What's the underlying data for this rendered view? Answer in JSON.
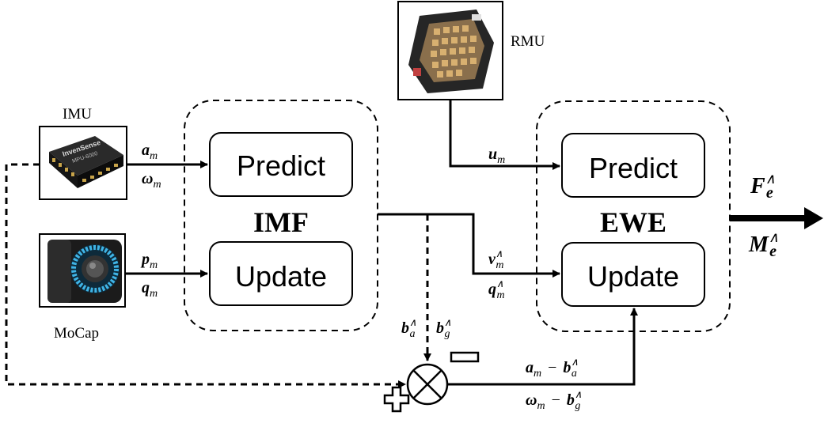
{
  "devices": {
    "imu": {
      "label": "IMU",
      "chip_text_1": "InvenSense",
      "chip_text_2": "MPU-6000"
    },
    "mocap": {
      "label": "MoCap"
    },
    "rmu": {
      "label": "RMU"
    }
  },
  "imf": {
    "title": "IMF",
    "predict": "Predict",
    "update": "Update"
  },
  "ewe": {
    "title": "EWE",
    "predict": "Predict",
    "update": "Update"
  },
  "signals": {
    "a_m": "a",
    "omega_m": "ω",
    "p_m": "p",
    "q_m": "q",
    "u_m": "u",
    "v_m_hat": "v",
    "q_m_hat": "q",
    "b_a_hat": "b",
    "b_g_hat": "b",
    "corr_1_a": "a",
    "corr_1_b": "b",
    "corr_2_a": "ω",
    "corr_2_b": "b",
    "out_F": "F",
    "out_M": "M",
    "sub_m": "m",
    "sub_a": "a",
    "sub_g": "g",
    "sub_e": "e",
    "hat": "∧",
    "minus": "−"
  }
}
